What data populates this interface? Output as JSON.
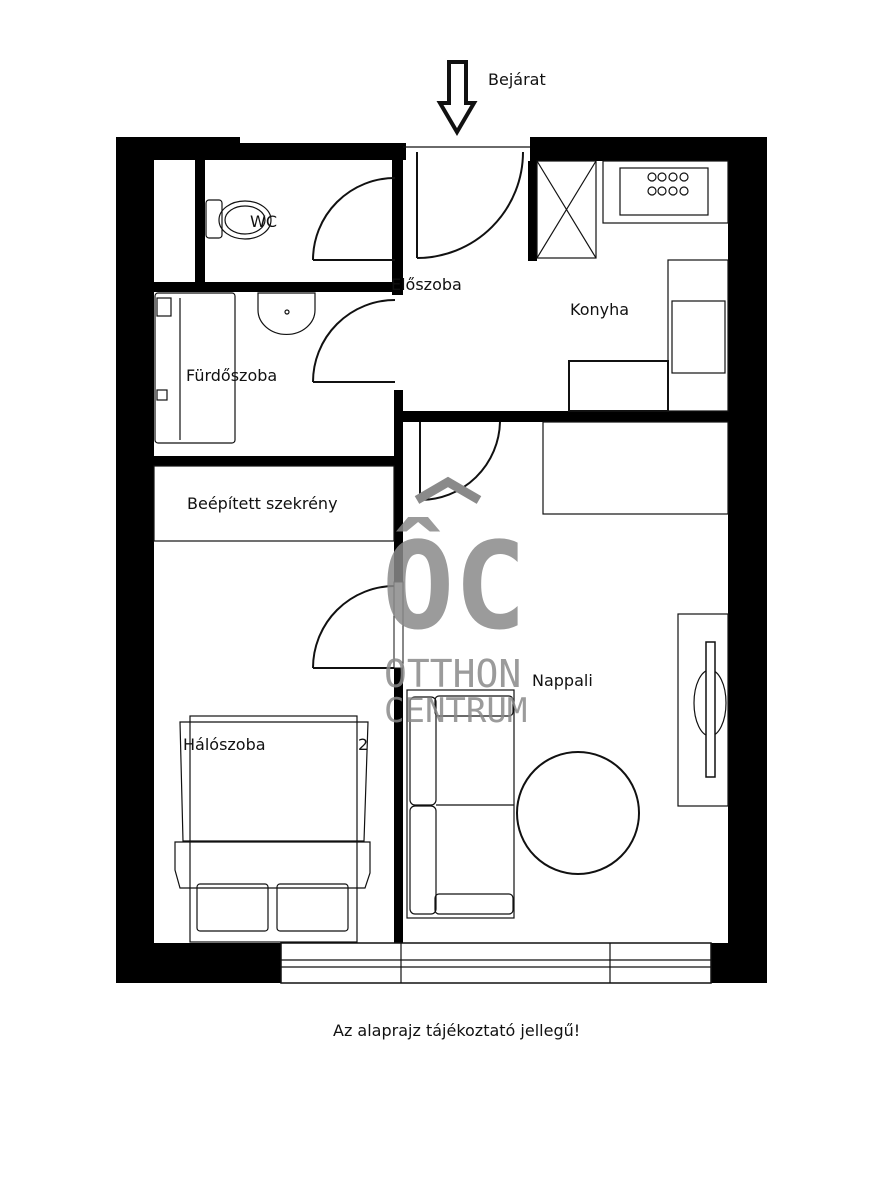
{
  "entrance_label": "Bejárat",
  "rooms": {
    "wc": "WC",
    "hallway": "Előszoba",
    "kitchen": "Konyha",
    "bathroom": "Fürdőszoba",
    "wardrobe": "Beépített szekrény",
    "bedroom": "Hálószoba",
    "bedroom_stray_mark": "2",
    "living_room": "Nappali"
  },
  "watermark": {
    "logo": "ÔC",
    "line1": "OTTHON",
    "line2": "CENTRUM",
    "color": "#8a8a8a"
  },
  "disclaimer": "Az alaprajz tájékoztató jellegű!"
}
